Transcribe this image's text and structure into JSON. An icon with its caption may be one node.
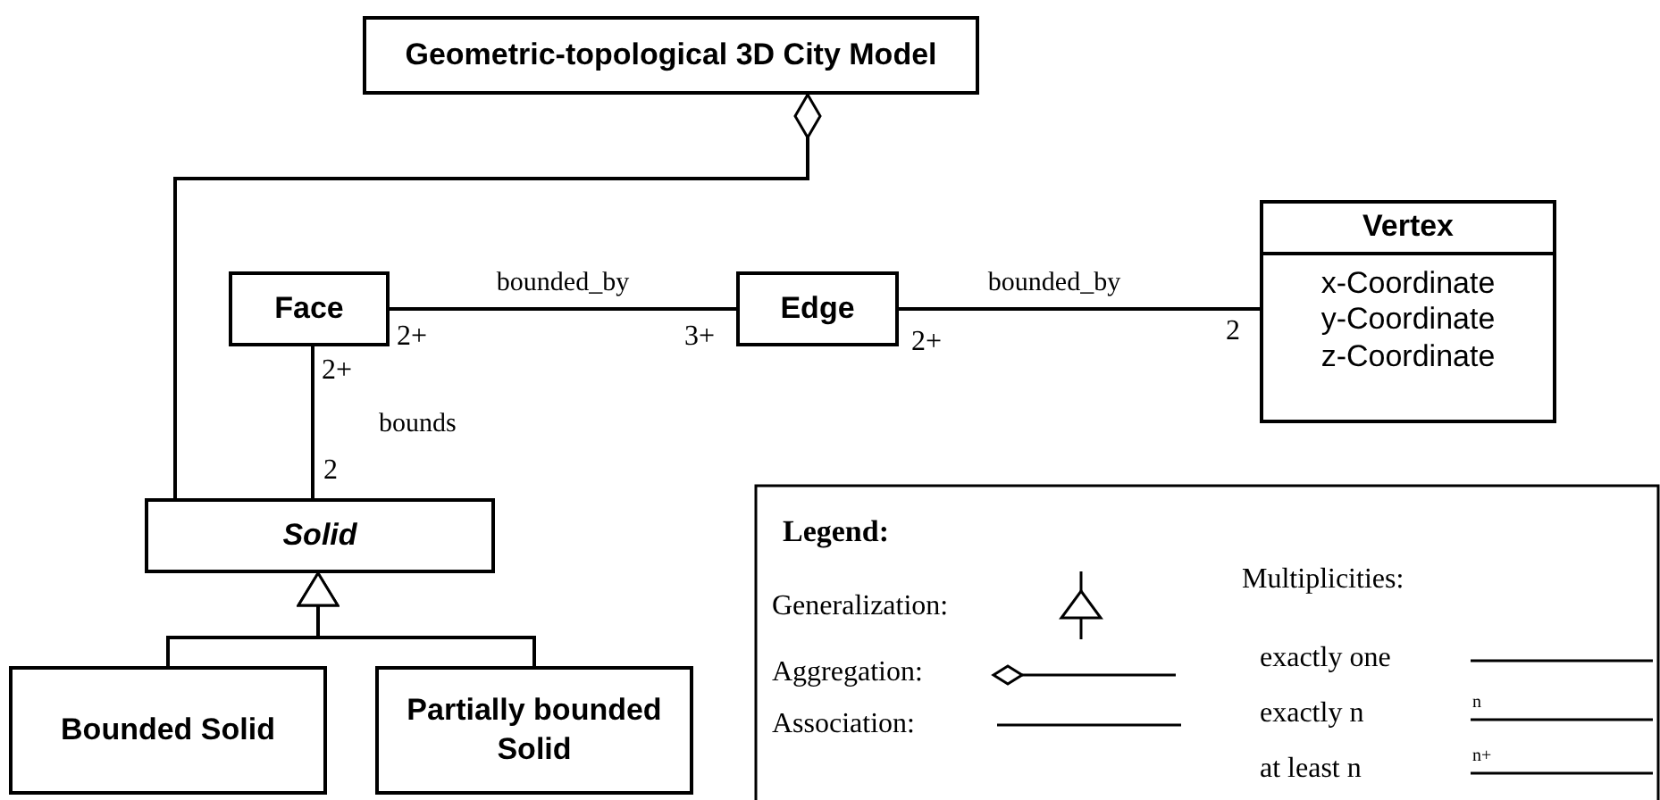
{
  "diagram": {
    "nodes": [
      {
        "text": [
          "Geometric-topological 3D City Model"
        ]
      },
      {
        "text": [
          "Face"
        ]
      },
      {
        "text": [
          "Edge"
        ]
      },
      {
        "text": [
          "Vertex",
          "x-Coordinate",
          "y-Coordinate",
          "z-Coordinate"
        ]
      },
      {
        "text": [
          "Solid"
        ]
      },
      {
        "text": [
          "Bounded Solid"
        ]
      },
      {
        "text": [
          "Partially bounded Solid"
        ]
      }
    ],
    "edges": [
      {
        "from": 4,
        "to": 0,
        "arrow": "other"
      },
      {
        "from": 1,
        "to": 2,
        "arrow": "none",
        "label": "bounded_by"
      },
      {
        "from": 2,
        "to": 3,
        "arrow": "none",
        "label": "bounded_by"
      },
      {
        "from": 1,
        "to": 4,
        "arrow": "none",
        "label": "bounds"
      },
      {
        "from": 5,
        "to": 4,
        "arrow": "to"
      },
      {
        "from": 6,
        "to": 4,
        "arrow": "to"
      }
    ],
    "labels": [
      "2+",
      "3+",
      "2+",
      "2",
      "2+",
      "2",
      "Legend:",
      "Multiplicities:",
      "n",
      "n+"
    ],
    "legend": [
      {
        "text": "Generalization:"
      },
      {
        "text": "Aggregation:"
      },
      {
        "text": "Association:"
      },
      {
        "text": "exactly one"
      },
      {
        "text": "exactly n"
      },
      {
        "text": "at least n"
      }
    ]
  }
}
